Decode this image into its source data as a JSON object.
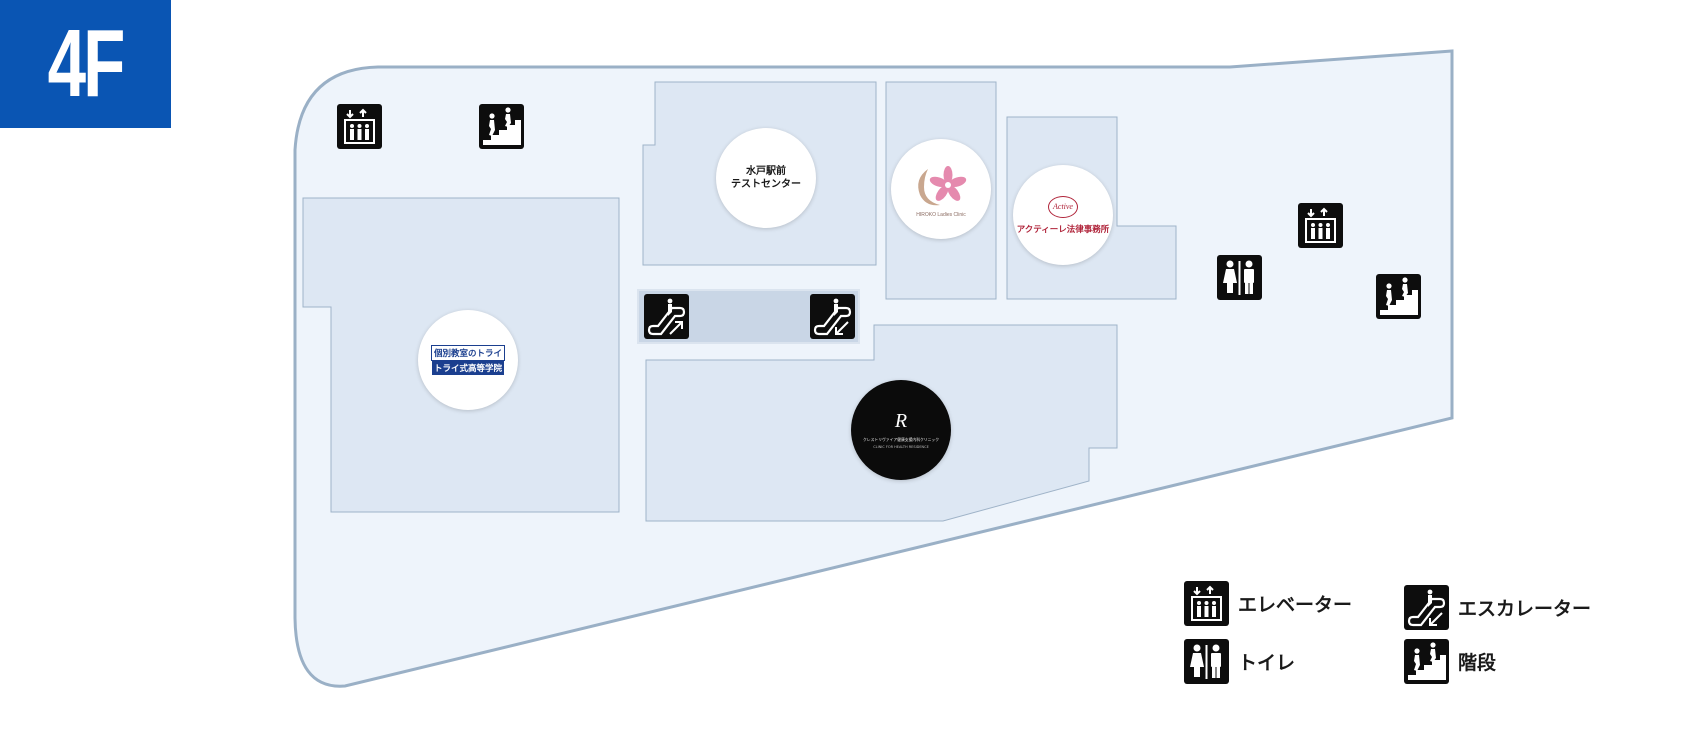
{
  "floor": {
    "label": "4F"
  },
  "map": {
    "tenants": [
      {
        "id": "mito-test-center",
        "line1": "水戸駅前",
        "line2": "テストセンター"
      },
      {
        "id": "hiroko-ladies-clinic",
        "name": "HIROKO Ladies Clinic"
      },
      {
        "id": "active-law",
        "brand": "Active",
        "name": "アクティーレ法律事務所"
      },
      {
        "id": "try-school",
        "line1": "個別教室のトライ",
        "line2": "トライ式高等学院"
      },
      {
        "id": "residence-clinic",
        "mark": "R",
        "line1": "クレストリヴァイア健康支援内科クリニック",
        "line2": "CLINIC FOR HEALTH RESIDENCE"
      }
    ]
  },
  "legend": {
    "items": [
      {
        "icon": "elevator-icon",
        "label": "エレベーター"
      },
      {
        "icon": "escalator-icon",
        "label": "エスカレーター"
      },
      {
        "icon": "restroom-icon",
        "label": "トイレ"
      },
      {
        "icon": "stairs-icon",
        "label": "階段"
      }
    ]
  },
  "colors": {
    "floor_badge": "#0a55b3",
    "floor_fill": "#eef4fb",
    "floor_stroke": "#9ab0c6",
    "room_fill": "#dde7f3",
    "room_stroke": "#9fb3c8",
    "escalator_bay": "#c9d6e6",
    "icon_bg": "#0d0d0d"
  }
}
